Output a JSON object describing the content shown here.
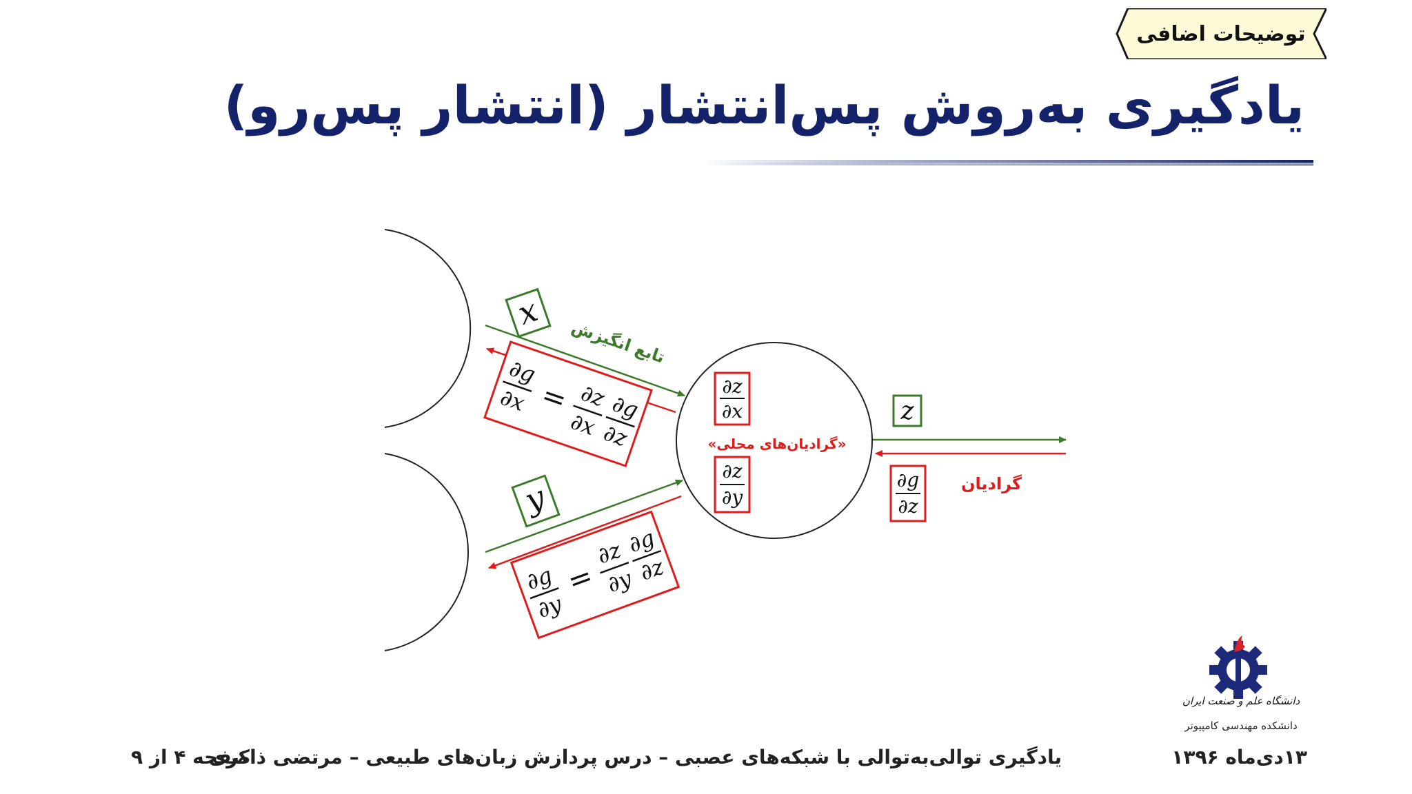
{
  "tag": {
    "label": "توضیحات اضافی"
  },
  "title": "یادگیری به‌روش پس‌انتشار (انتشار پس‌رو)",
  "diagram": {
    "input_x": "x",
    "input_y": "y",
    "output_z": "z",
    "activation_label": "تابع انگیزش",
    "local_gradients_label": "«گرادیان‌های محلی»",
    "gradient_label": "گرادیان",
    "partial": "∂",
    "g": "g",
    "x": "x",
    "y": "y",
    "z": "z",
    "equals": "="
  },
  "logo": {
    "name": "دانشگاه علم و صنعت ایران",
    "department": "دانشکده مهندسی کامپیوتر"
  },
  "footer": {
    "date": "۱۳دی‌ماه ۱۳۹۶",
    "course": "یادگیری توالی‌به‌توالی با شبکه‌های عصبی – درس پردازش زبان‌های طبیعی – مرتضی ذاکری",
    "page": "صفحه ۴ از ۹"
  },
  "colors": {
    "title": "#14226a",
    "forward_arrow": "#3a7a28",
    "backward_arrow": "#e01b1b",
    "tag_fill": "#fffbd8"
  }
}
